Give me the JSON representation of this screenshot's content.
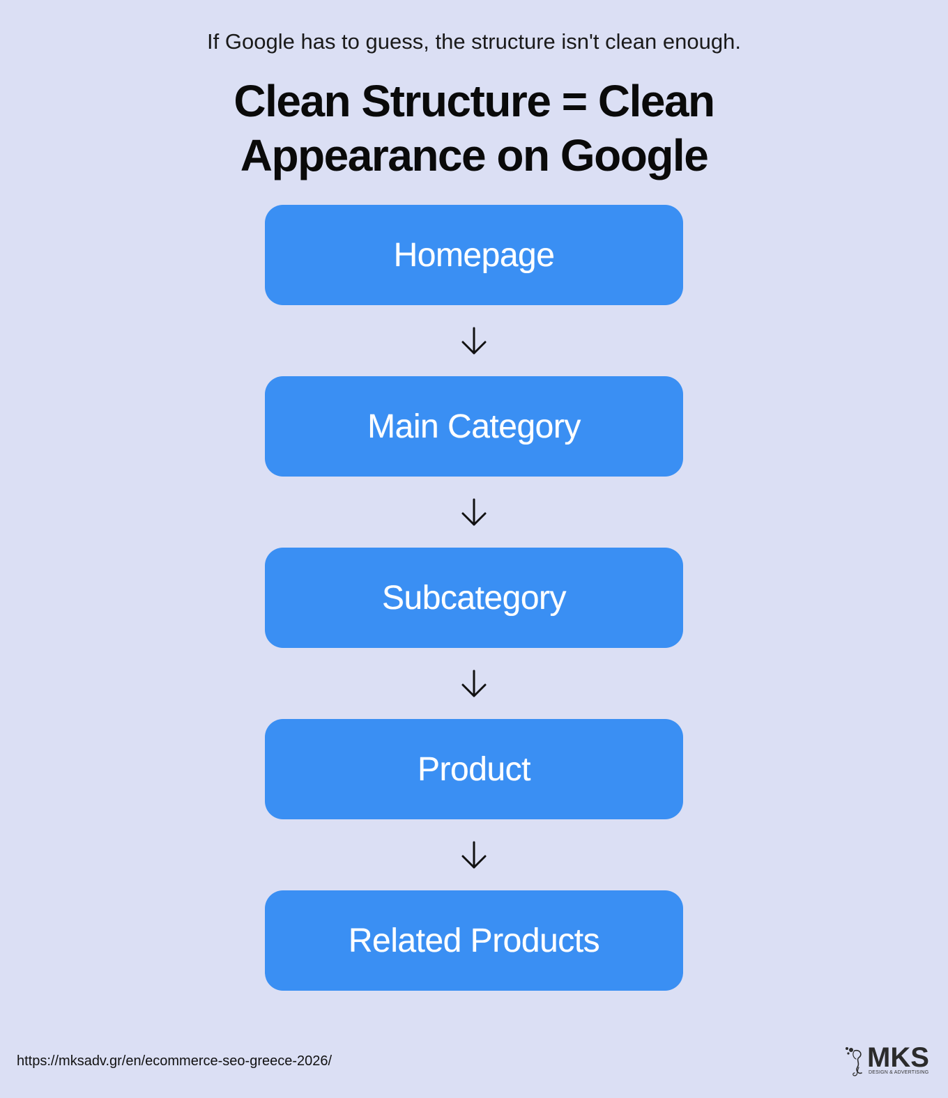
{
  "header": {
    "subtitle": "If Google has to guess, the structure isn't clean enough.",
    "title": "Clean Structure =  Clean Appearance on Google"
  },
  "flow": {
    "steps": [
      {
        "label": "Homepage"
      },
      {
        "label": "Main Category"
      },
      {
        "label": "Subcategory"
      },
      {
        "label": "Product"
      },
      {
        "label": "Related Products"
      }
    ],
    "arrow_icon": "arrow-down-icon",
    "box_color": "#3a8ff3",
    "background_color": "#dbdff4"
  },
  "footer": {
    "url": "https://mksadv.gr/en/ecommerce-seo-greece-2026/",
    "logo_text": "MKS",
    "logo_subtext": "DESIGN & ADVERTISING"
  }
}
